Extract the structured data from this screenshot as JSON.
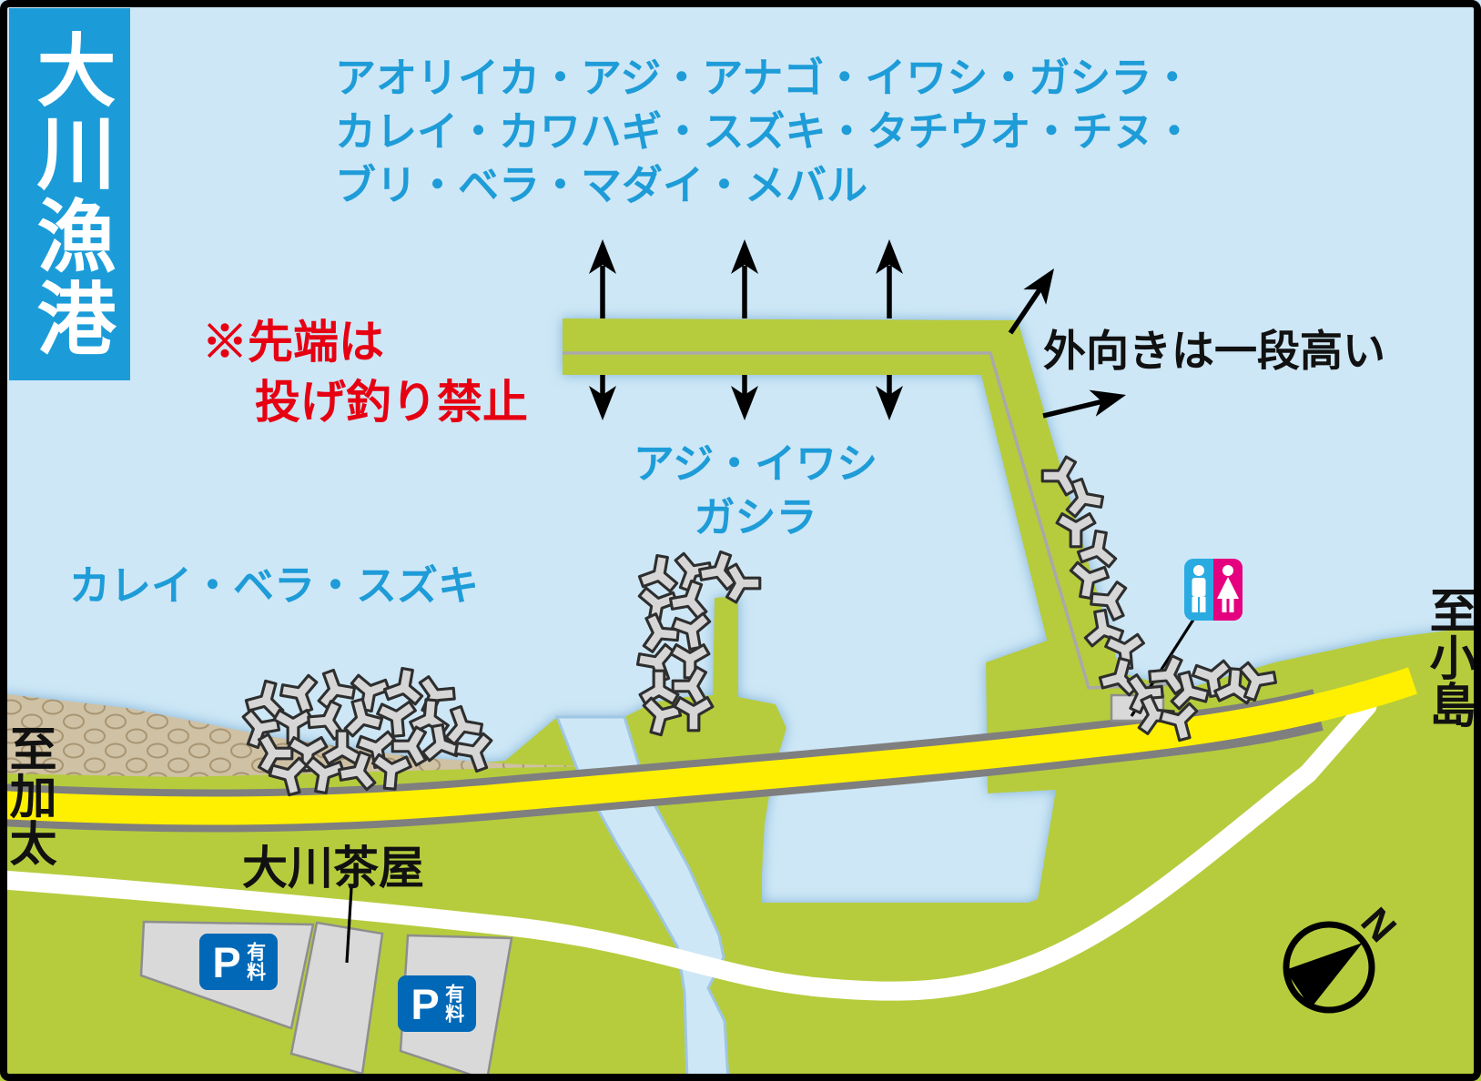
{
  "title": "大川漁港",
  "fish": {
    "offshore_lines": [
      "アオリイカ・アジ・アナゴ・イワシ・ガシラ・",
      "カレイ・カワハギ・スズキ・タチウオ・チヌ・",
      "ブリ・ベラ・マダイ・メバル"
    ],
    "harbor_lines": [
      "アジ・イワシ",
      "ガシラ"
    ],
    "shore_line": "カレイ・ベラ・スズキ"
  },
  "warning": {
    "line1": "※先端は",
    "line2": "投げ釣り禁止"
  },
  "note_outer": "外向きは一段高い",
  "directions": {
    "west": "至加太",
    "east": "至小島"
  },
  "teahouse": "大川茶屋",
  "parking": {
    "p": "P",
    "fee": "有料"
  },
  "compass": {
    "north": "N"
  },
  "colors": {
    "water": "#cde7f6",
    "land": "#b6cc3c",
    "beach": "#cfc1a4",
    "road_yellow": "#ffef00",
    "road_edge": "#7f7f7f",
    "road_white": "#ffffff",
    "breakwater_line": "#a9a9a9",
    "tetrapod": "#d6d6d6",
    "tetrapod_edge": "#2e2e2e",
    "building": "#d9d9d9",
    "building_edge": "#8e8e8e",
    "title_bg": "#1b9cd9",
    "fish_text": "#1e9cd8",
    "warning_text": "#e60012",
    "ink": "#111111",
    "parking_bg": "#0068b7",
    "toilet_male": "#29abe2",
    "toilet_female": "#e4007f"
  }
}
